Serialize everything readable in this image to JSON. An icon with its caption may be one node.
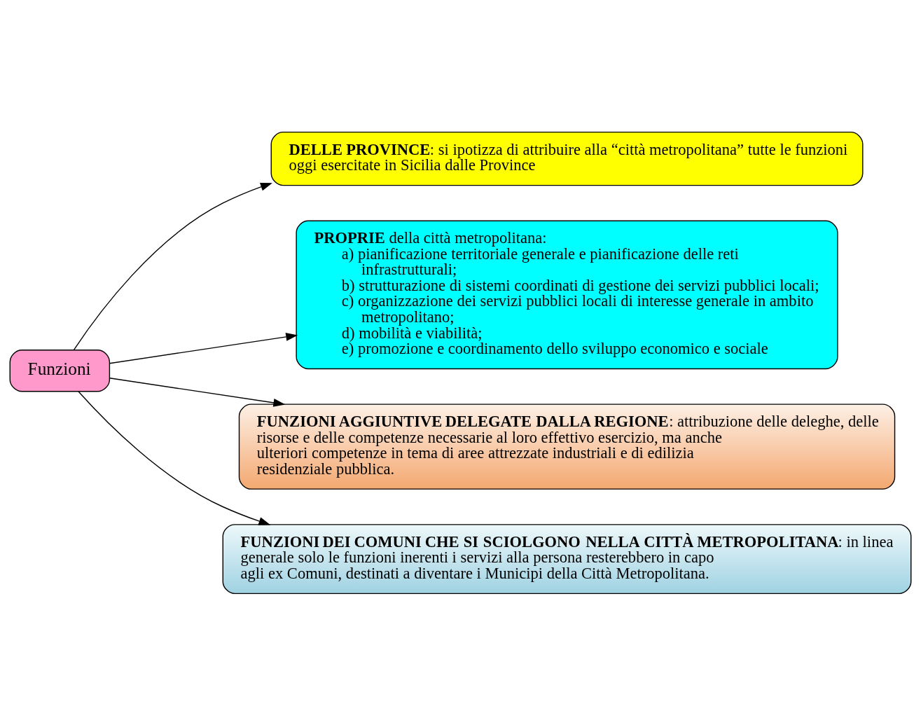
{
  "diagram": {
    "nodes": [
      {
        "text": [
          "Funzioni"
        ]
      },
      {
        "text": [
          "**DELLE PROVINCE**: si ipotizza di attribuire alla “città metropolitana” tutte le funzioni oggi esercitate in Sicilia dalle Province"
        ]
      },
      {
        "text": [
          "**PROPRIE** della città metropolitana:",
          "a) pianificazione territoriale generale e pianificazione delle reti infrastrutturali;",
          "b) strutturazione di sistemi coordinati di gestione dei servizi pubblici locali;",
          "c) organizzazione dei servizi pubblici locali di interesse generale in ambito metropolitano;",
          "d) mobilità e viabilità;",
          "e) promozione e coordinamento dello sviluppo economico e sociale"
        ]
      },
      {
        "text": [
          "**FUNZIONI AGGIUNTIVE DELEGATE DALLA REGIONE**: attribuzione delle deleghe, delle risorse e delle competenze necessarie al loro effettivo esercizio, ma anche ulteriori competenze in tema di aree attrezzate industriali e di edilizia residenziale pubblica."
        ]
      },
      {
        "text": [
          "**FUNZIONI DEI COMUNI CHE SI SCIOLGONO NELLA CITTÀ METROPOLITANA**: in linea generale solo le funzioni inerenti i servizi alla persona resterebbero in capo agli ex Comuni, destinati a diventare i Municipi della Città Metropolitana."
        ]
      }
    ],
    "edges": [
      {
        "from": 0,
        "to": 1,
        "arrow": "to"
      },
      {
        "from": 0,
        "to": 2,
        "arrow": "to"
      },
      {
        "from": 0,
        "to": 3,
        "arrow": "to"
      },
      {
        "from": 0,
        "to": 4,
        "arrow": "to"
      }
    ]
  }
}
